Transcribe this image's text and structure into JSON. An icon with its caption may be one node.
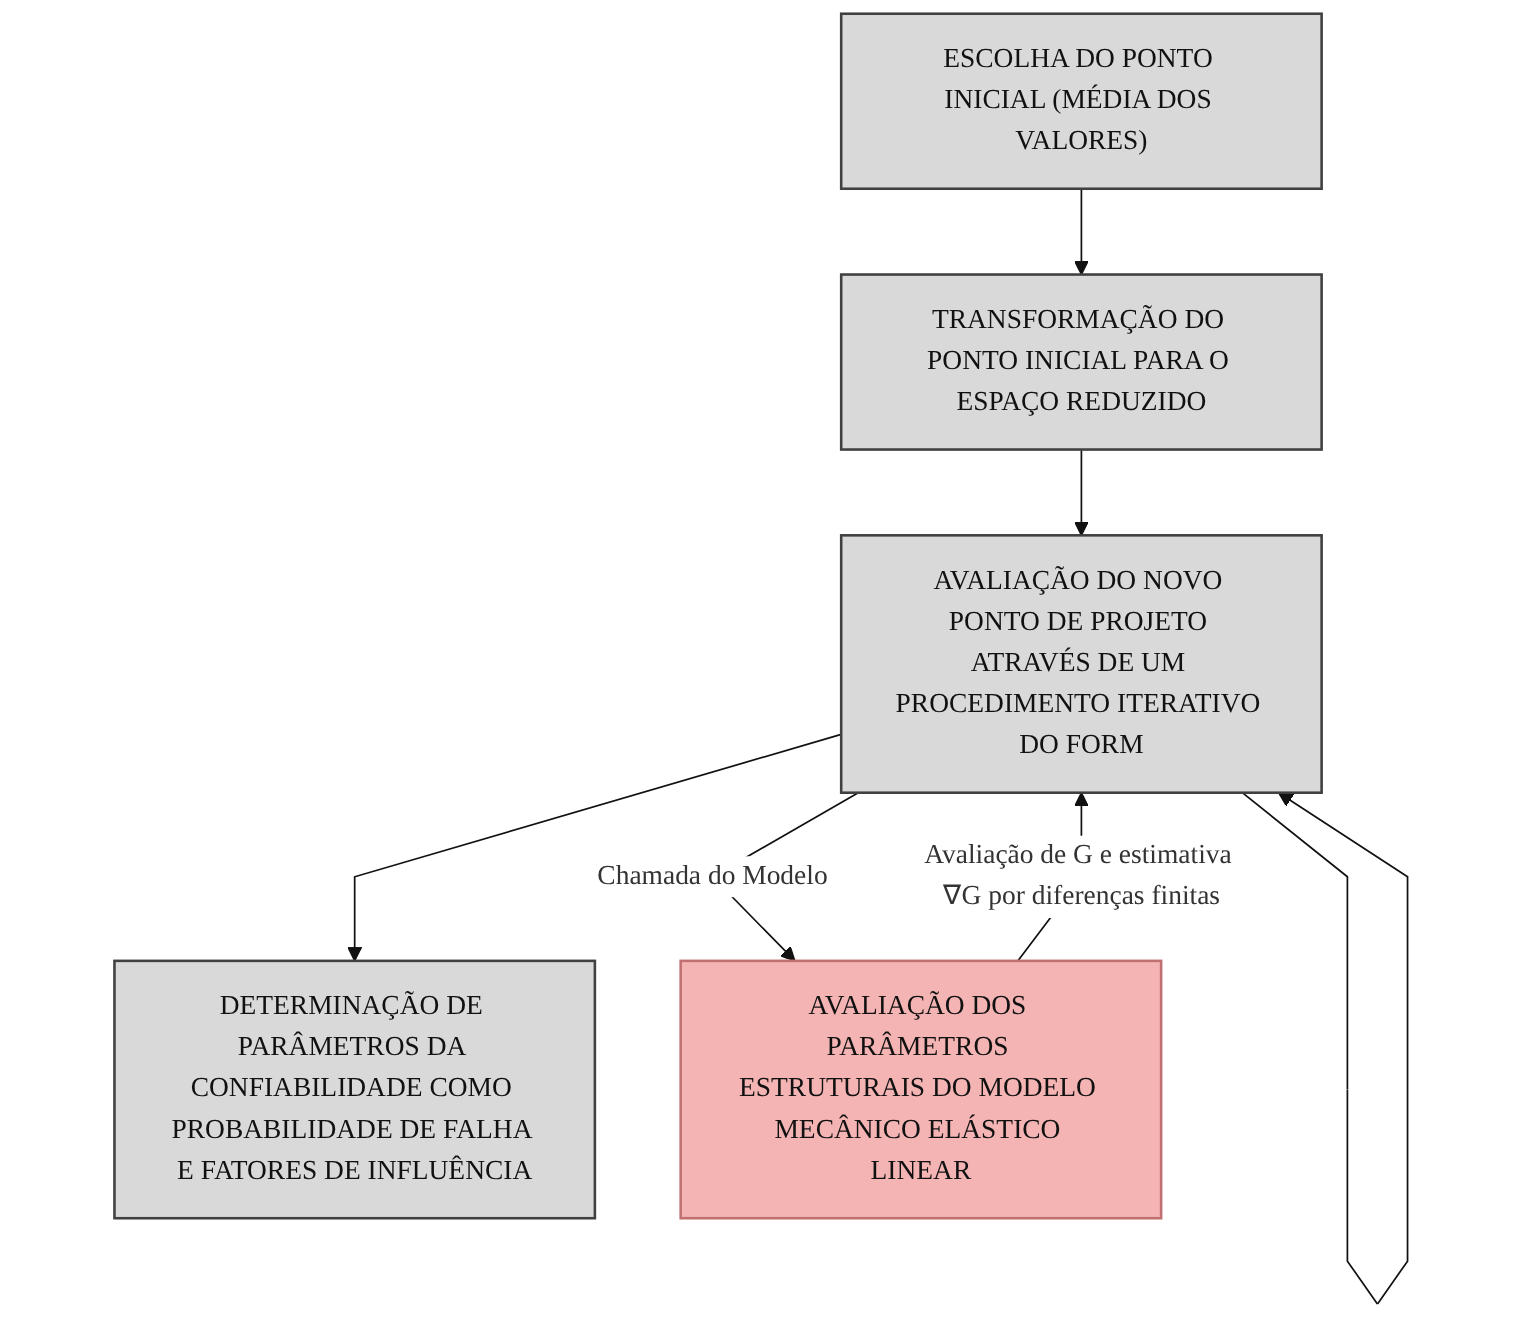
{
  "diagram": {
    "nodes": [
      {
        "text": [
          "ESCOLHA DO PONTO INICIAL (MÉDIA DOS VALORES)"
        ]
      },
      {
        "text": [
          "TRANSFORMAÇÃO DO PONTO INICIAL PARA O ESPAÇO REDUZIDO"
        ]
      },
      {
        "text": [
          "AVALIAÇÃO DO NOVO PONTO DE PROJETO ATRAVÉS DE UM PROCEDIMENTO ITERATIVO DO FORM"
        ]
      },
      {
        "text": [
          "DETERMINAÇÃO DE PARÂMETROS DA CONFIABILIDADE COMO PROBABILIDADE DE FALHA E FATORES DE INFLUÊNCIA"
        ]
      },
      {
        "text": [
          "AVALIAÇÃO DOS PARÂMETROS ESTRUTURAIS DO MODELO MECÂNICO ELÁSTICO LINEAR"
        ]
      }
    ],
    "edges": [
      {
        "from": 0,
        "to": 1,
        "arrow": "to"
      },
      {
        "from": 1,
        "to": 2,
        "arrow": "to"
      },
      {
        "from": 2,
        "to": 2,
        "arrow": "to"
      },
      {
        "from": 2,
        "to": 3,
        "arrow": "to"
      },
      {
        "from": 2,
        "to": 4,
        "arrow": "to",
        "label": "Chamada do Modelo"
      },
      {
        "from": 4,
        "to": 2,
        "arrow": "to",
        "label": "Avaliação de G e estimativa ∇G por diferenças finitas"
      }
    ]
  }
}
